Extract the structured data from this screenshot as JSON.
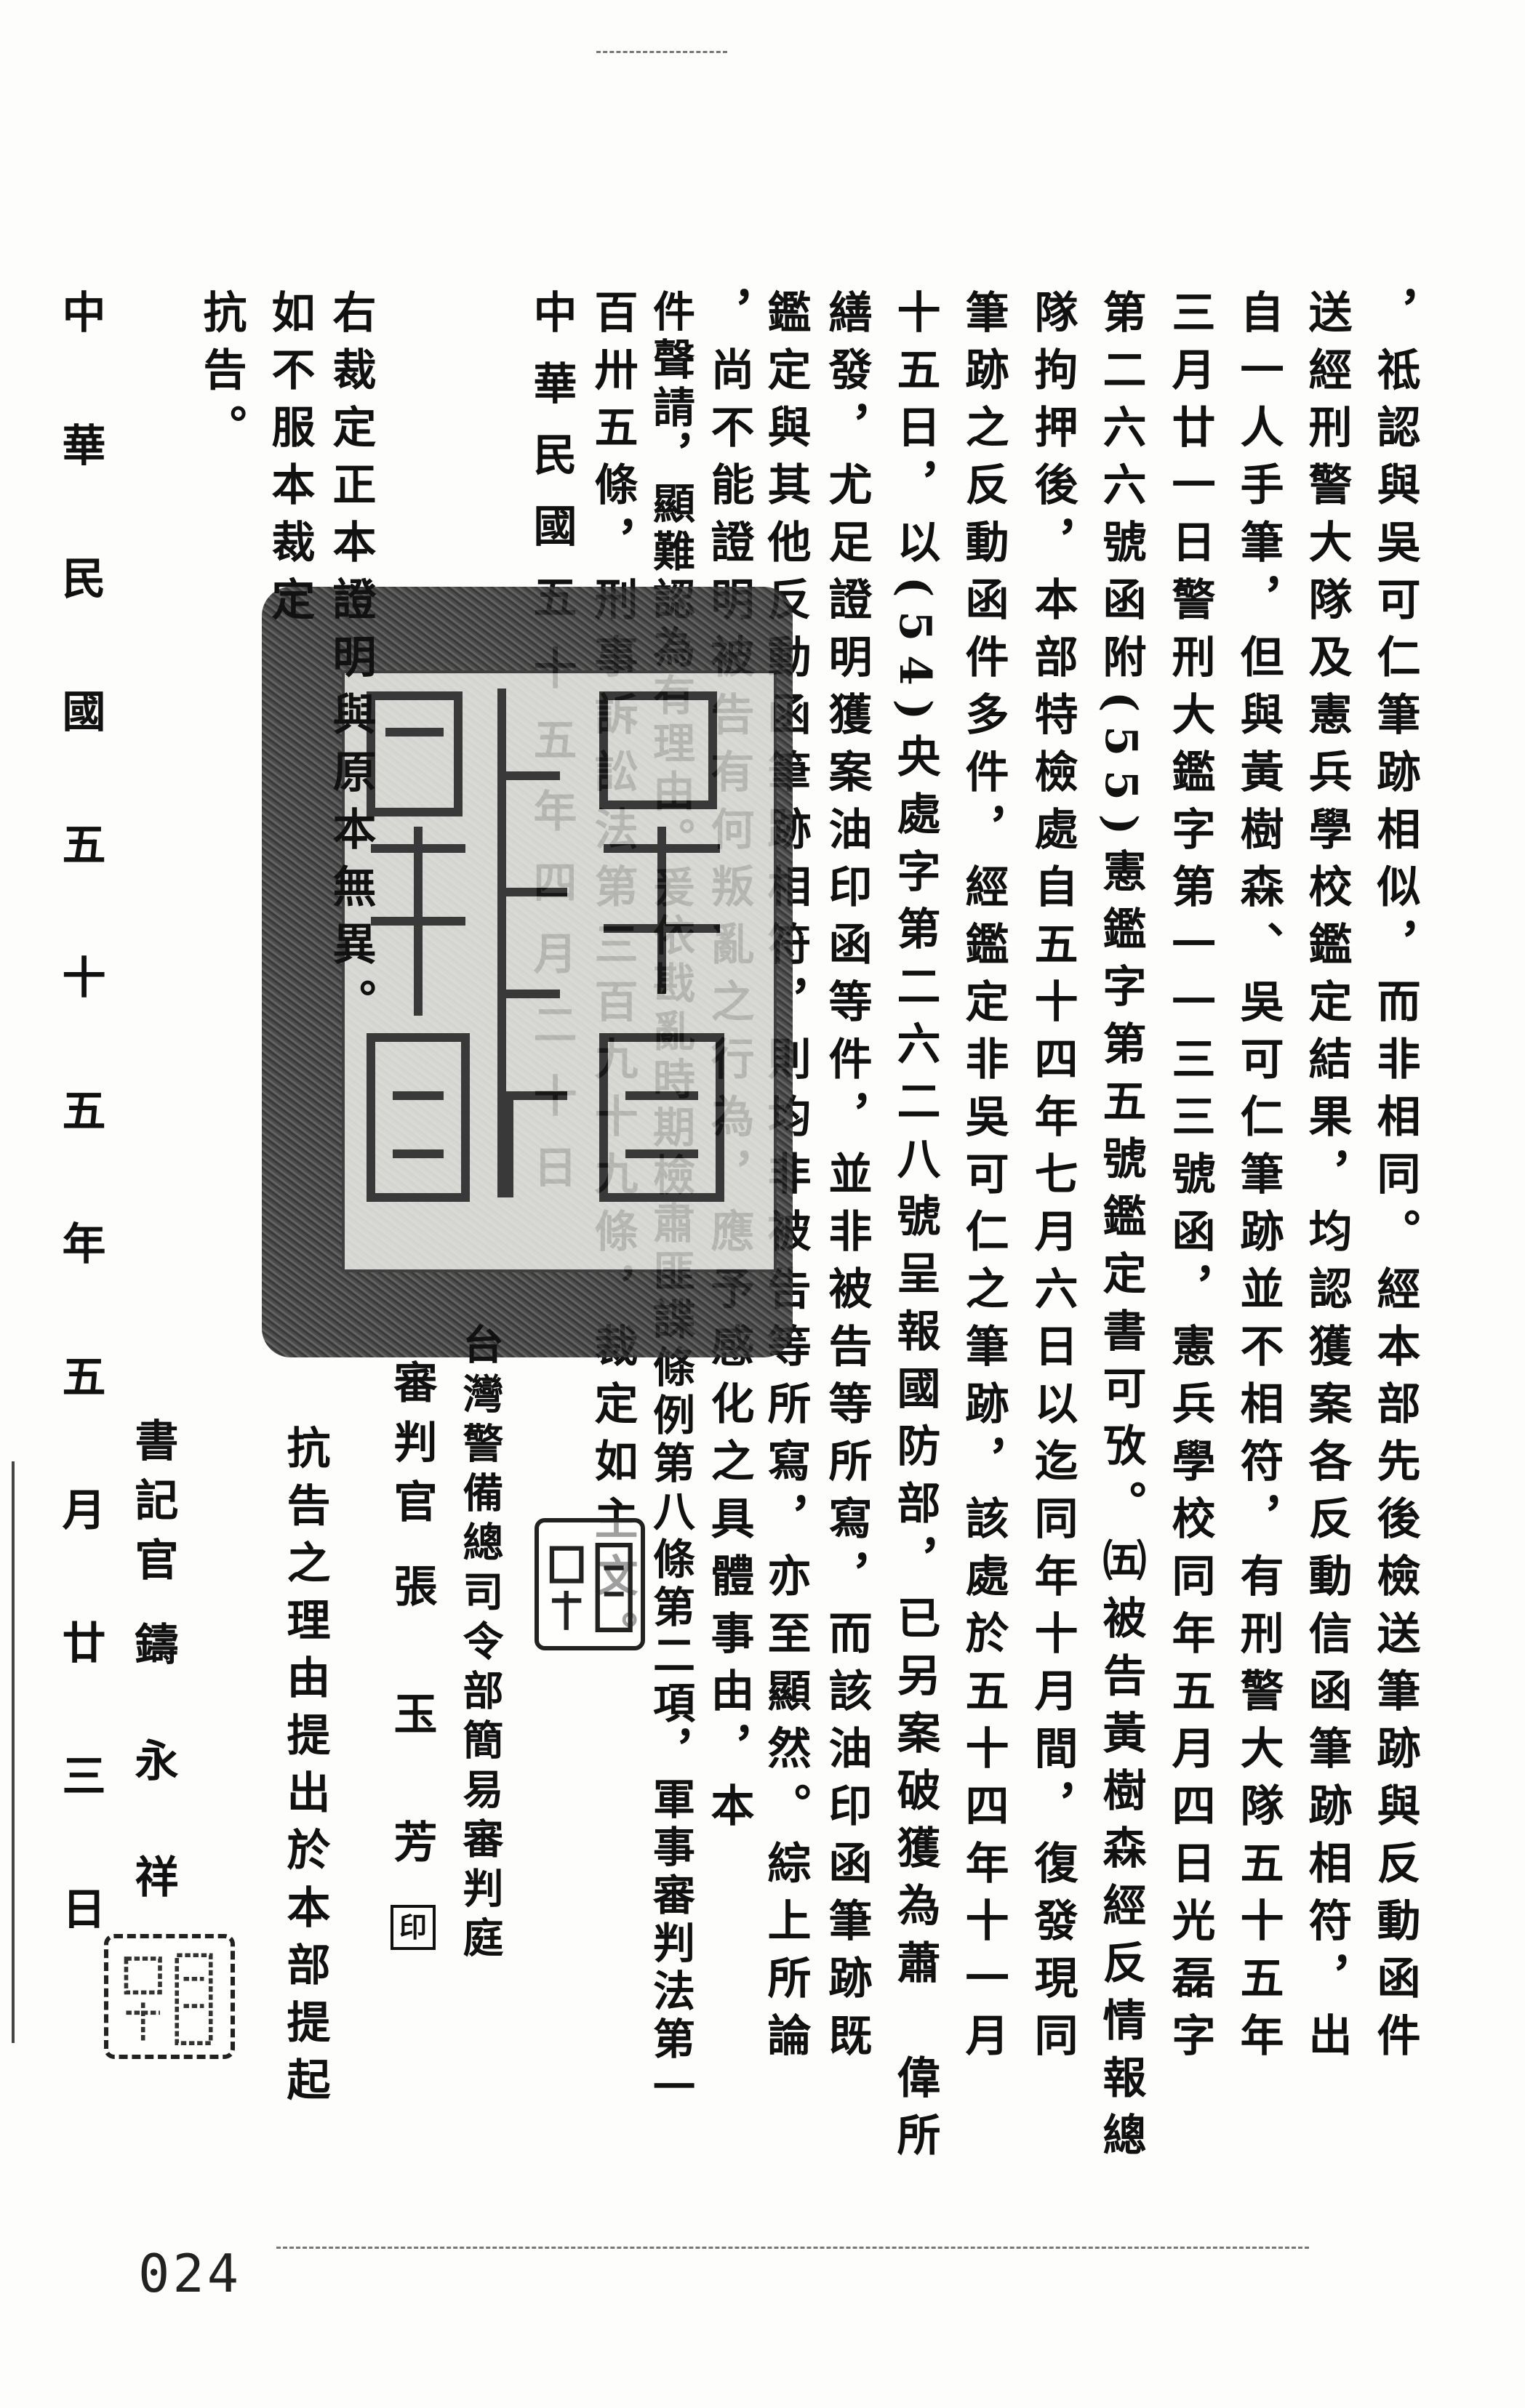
{
  "document": {
    "body_columns": [
      "，祗認與吳可仁筆跡相似，而非相同。經本部先後檢送筆跡與反動函件",
      "送經刑警大隊及憲兵學校鑑定結果，均認獲案各反動信函筆跡相符，出",
      "自一人手筆，但與黃樹森、吳可仁筆跡並不相符，有刑警大隊五十五年",
      "三月廿一日警刑大鑑字第一一三三號函，憲兵學校同年五月四日光磊字",
      "第二六六號函附(55)憲鑑字第五號鑑定書可攷。㈤被告黃樹森經反情報總",
      "隊拘押後，本部特檢處自五十四年七月六日以迄同年十月間，復發現同",
      "筆跡之反動函件多件，經鑑定非吳可仁之筆跡，該處於五十四年十一月",
      "十五日，以(54)央處字第二六二八號呈報國防部，已另案破獲為蕭　偉所",
      "繕發，尤足證明獲案油印函等件，並非被告等所寫，而該油印函筆跡既",
      "鑑定與其他反動函筆跡相符，則均非被告等所寫，亦至顯然。綜上所論",
      "，尚不能證明被告有何叛亂之行為，應予感化之具體事由，本",
      "件聲請，顯難認為有理由。爰依戡亂時期檢肅匪諜條例第八條第二項，軍事審判法第一",
      "百卅五條，刑事訴訟法第三百九十九條，裁定如主文。"
    ],
    "ruling_date": "中華民國五十五年四月二十日",
    "court": "台灣警備總司令部簡易審判庭",
    "judge_title": "審判官",
    "judge_name": "張　玉　芳",
    "judge_stamp": "印",
    "certification": "右裁定正本證明與原本無異。",
    "appeal_notice_1": "如不服本裁定",
    "appeal_notice_2": "抗告之理由提出於本部提起",
    "appeal_notice_3": "抗告。",
    "clerk_title": "書記官",
    "clerk_name": "鑄　永　祥",
    "issue_date": "中華民國五十五年五月廿三日",
    "page_number": "024"
  }
}
